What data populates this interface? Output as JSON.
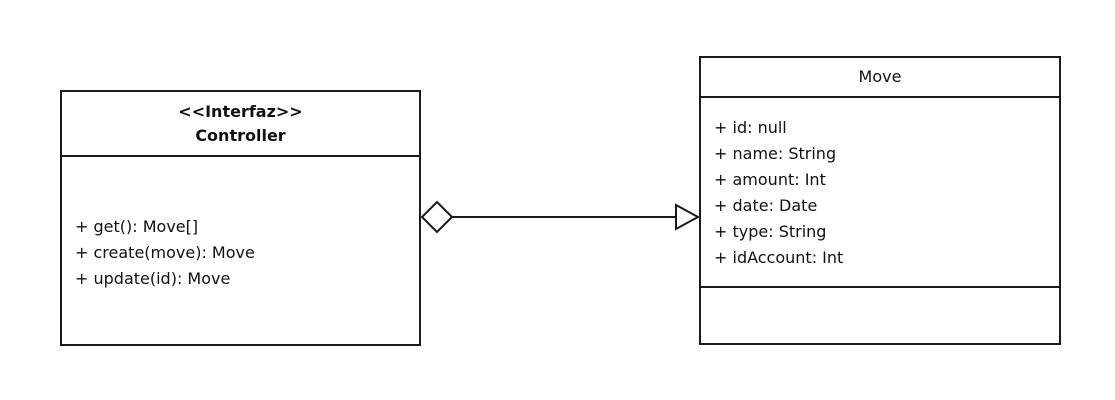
{
  "controller": {
    "stereotype": "<<Interfaz>>",
    "name": "Controller",
    "operations": [
      "+ get(): Move[]",
      "+ create(move): Move",
      "+ update(id): Move"
    ]
  },
  "move": {
    "name": "Move",
    "attributes": [
      "+ id: null",
      "+ name: String",
      "+ amount: Int",
      "+ date: Date",
      "+ type: String",
      "+ idAccount: Int"
    ]
  },
  "colors": {
    "stroke": "#1a1a1a",
    "background": "#ffffff"
  }
}
